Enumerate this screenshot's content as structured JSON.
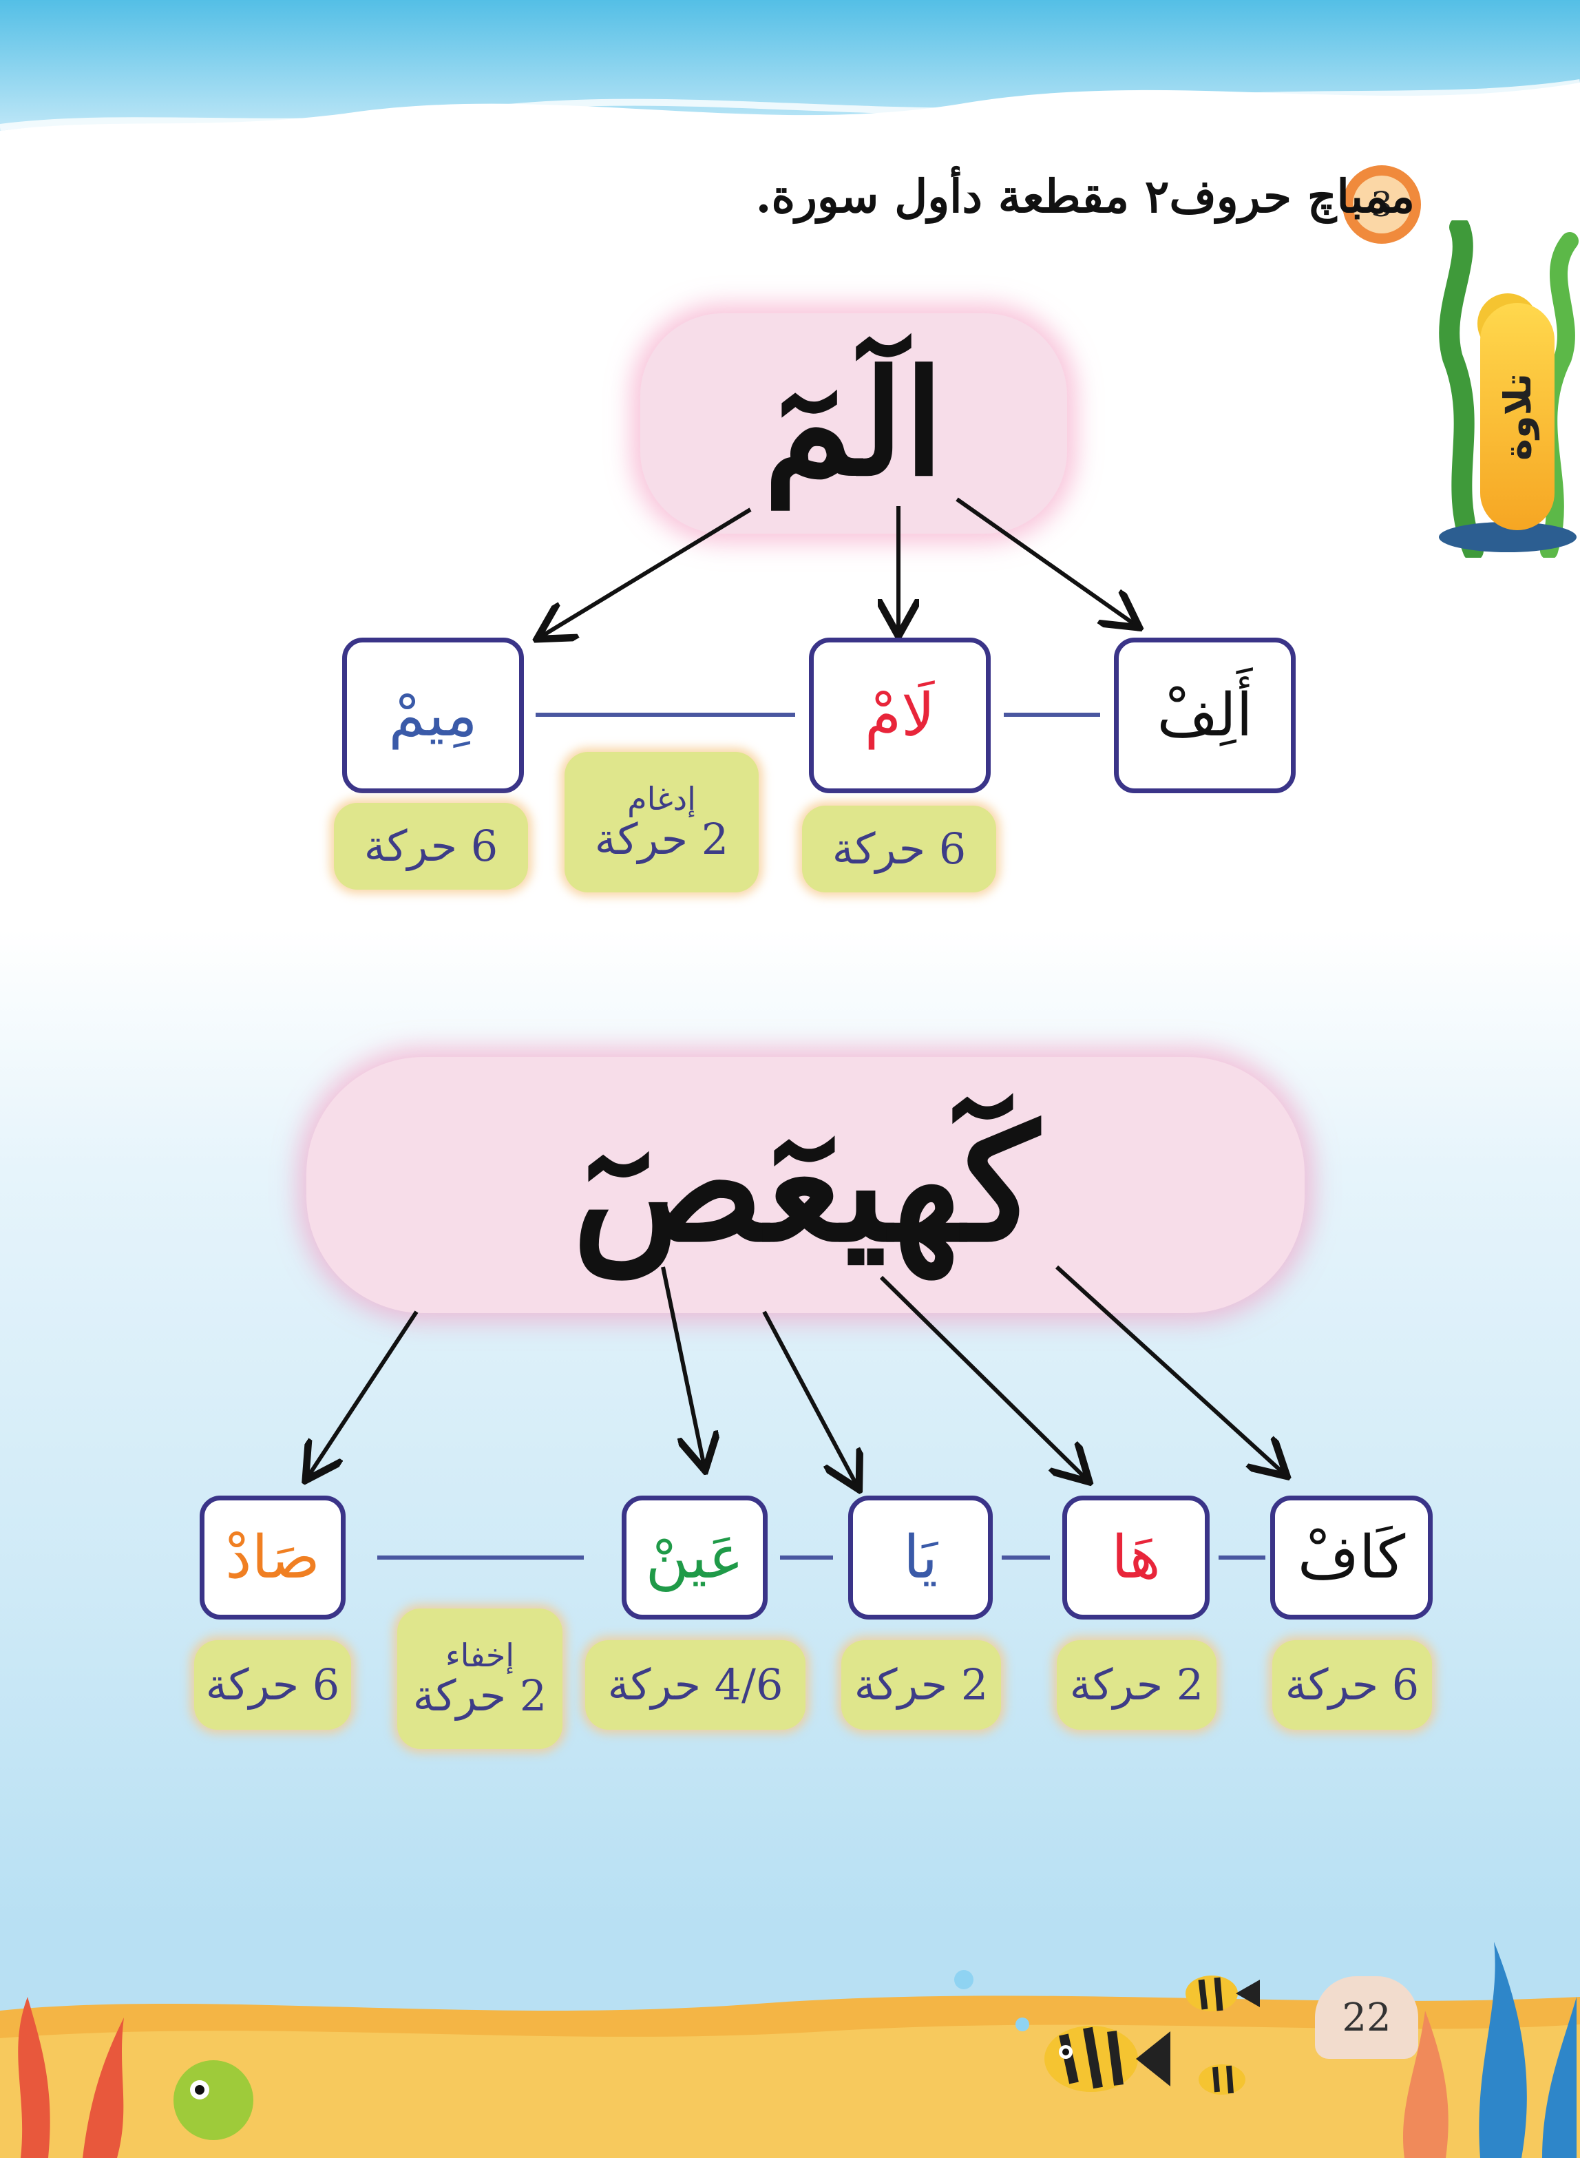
{
  "exercise": {
    "number": "3",
    "title": "ممباچ حروف٢ مقطعة دأول سورة."
  },
  "side_tab": {
    "label": "تلاوة"
  },
  "group1": {
    "word": "الٓمٓ",
    "letters": [
      {
        "text": "أَلِفْ",
        "color": "#111111",
        "duration": ""
      },
      {
        "text": "لَامْ",
        "color": "#e8253a",
        "duration": "6 حركة"
      },
      {
        "text": "مِيمْ",
        "color": "#3a5aa8",
        "duration": "6 حركة"
      }
    ],
    "rule": {
      "name": "إدغام",
      "duration": "2 حركة"
    }
  },
  "group2": {
    "word": "كٓهيعٓصٓ",
    "letters": [
      {
        "text": "كَافْ",
        "color": "#111111",
        "duration": "6 حركة"
      },
      {
        "text": "هَا",
        "color": "#e8253a",
        "duration": "2 حركة"
      },
      {
        "text": "يَا",
        "color": "#3a5aa8",
        "duration": "2 حركة"
      },
      {
        "text": "عَينْ",
        "color": "#1f9a48",
        "duration": "4/6 حركة"
      },
      {
        "text": "صَادْ",
        "color": "#f07f22",
        "duration": "6 حركة"
      }
    ],
    "rule": {
      "name": "إخفاء",
      "duration": "2 حركة"
    }
  },
  "page": {
    "number": "22"
  }
}
